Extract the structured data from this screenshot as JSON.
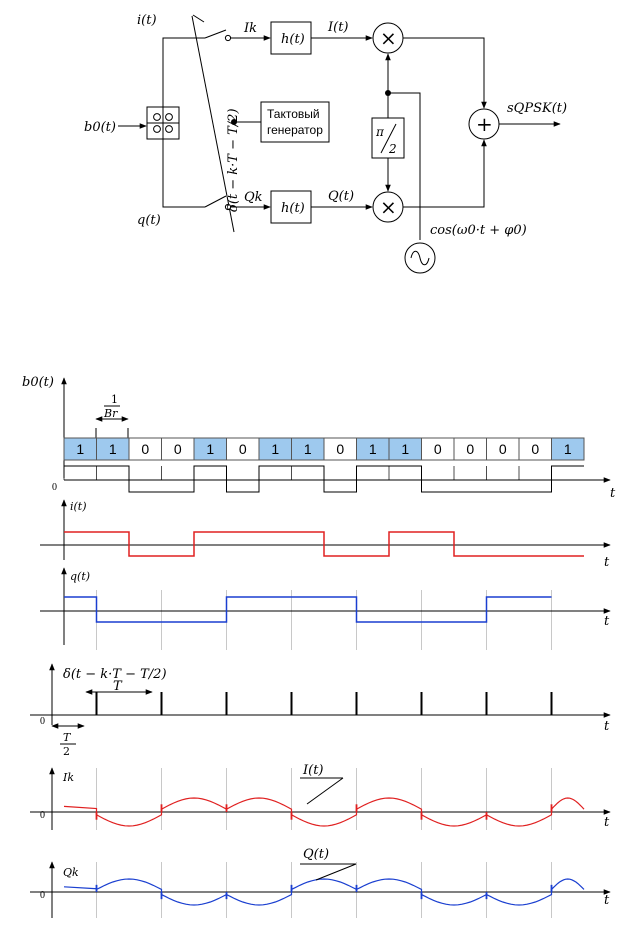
{
  "diagram": {
    "labels": {
      "b0": "b0(t)",
      "i": "i(t)",
      "q": "q(t)",
      "Ik": "Ik",
      "Qk": "Qk",
      "h_top": "h(t)",
      "h_bottom": "h(t)",
      "I": "I(t)",
      "Q": "Q(t)",
      "delta": "δ(t − k·T − T/2)",
      "clock_line1": "Тактовый",
      "clock_line2": "генератор",
      "phase_num": "π",
      "phase_den": "2",
      "output": "sQPSK(t)",
      "carrier": "cos(ω0·t + φ0)",
      "plus": "+",
      "times": "×"
    }
  },
  "timing": {
    "bits": [
      "1",
      "1",
      "0",
      "0",
      "1",
      "0",
      "1",
      "1",
      "0",
      "1",
      "1",
      "0",
      "0",
      "0",
      "0",
      "1"
    ],
    "bit_highlight_color": "#9ec9ee",
    "i_color": "#e02020",
    "q_color": "#1a3fd0",
    "I_color": "#e02020",
    "Q_color": "#1a3fd0",
    "labels": {
      "b0": "b0(t)",
      "one_over_br_num": "1",
      "one_over_br_den": "Br",
      "i": "i(t)",
      "q": "q(t)",
      "delta": "δ(t − k·T − T/2)",
      "T": "T",
      "T2_num": "T",
      "T2_den": "2",
      "Ik": "Ik",
      "Qk": "Qk",
      "I_curve": "I(t)",
      "Q_curve": "Q(t)",
      "t": "t",
      "zero": "0"
    }
  }
}
